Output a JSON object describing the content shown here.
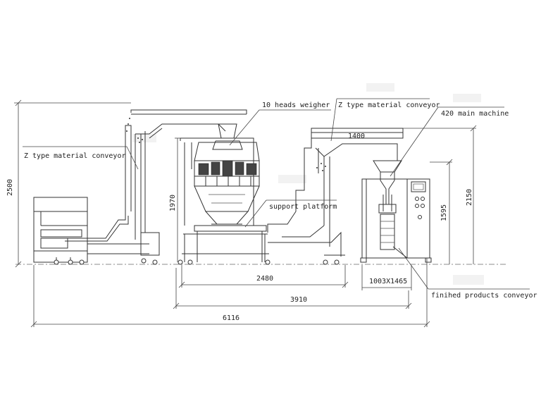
{
  "labels": {
    "heads_weigher": "10 heads weigher",
    "z_conveyor_right": "Z type material conveyor",
    "z_conveyor_left": "Z type material conveyor",
    "main_machine": "420 main machine",
    "support_platform": "support platform",
    "finished_conveyor": "finihed products conveyor"
  },
  "dimensions": {
    "total_height": "2500",
    "platform_height": "1970",
    "conveyor_top": "1400",
    "main_machine_height": "2150",
    "main_machine_body": "1595",
    "platform_length": "2480",
    "main_footprint": "1003X1465",
    "weigher_to_main": "3910",
    "total_length": "6116"
  }
}
